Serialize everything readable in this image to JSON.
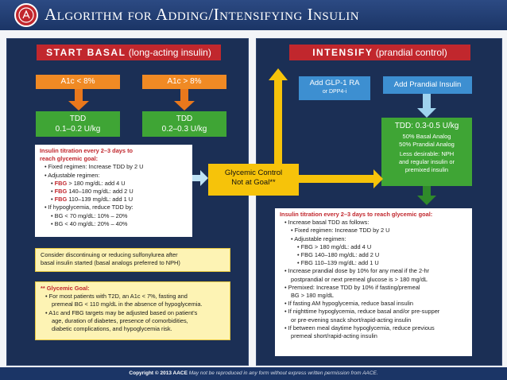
{
  "title": "Algorithm for Adding/Intensifying Insulin",
  "left_panel": {
    "head_main": "START BASAL",
    "head_sub": " (long-acting insulin)",
    "a1c_low": "A1c < 8%",
    "a1c_high": "A1c > 8%",
    "tdd_low_label": "TDD",
    "tdd_low_value": "0.1–0.2 U/kg",
    "tdd_high_label": "TDD",
    "tdd_high_value": "0.2–0.3 U/kg",
    "titration": {
      "heading1": "Insulin titration every 2–3 days to",
      "heading2": "reach glycemic goal:",
      "fixed": "• Fixed regimen: Increase TDD by 2 U",
      "adjustable": "• Adjustable regimen:",
      "fbg_label": "FBG",
      "fbg1": " > 180 mg/dL: add 4 U",
      "fbg2": " 140–180 mg/dL: add 2 U",
      "fbg3": " 110–139 mg/dL: add 1 U",
      "hypo": "• If hypoglycemia, reduce TDD by:",
      "bg1": "• BG < 70 mg/dL: 10% – 20%",
      "bg2": "• BG < 40 mg/dL: 20% – 40%"
    },
    "sulfonylurea_line1": "Consider discontinuing or reducing sulfonylurea after",
    "sulfonylurea_line2": "basal insulin started (basal analogs preferred to NPH)",
    "glycemic_goal": {
      "heading": "** Glycemic Goal:",
      "b1_l1": "• For most patients with T2D, an A1c < 7%, fasting and",
      "b1_l2": "premeal BG < 110 mg/dL in the absence of hypoglycemia.",
      "b2_l1": "• A1c and FBG targets may be adjusted based on patient's",
      "b2_l2": "age, duration of diabetes, presence of comorbidities,",
      "b2_l3": "diabetic complications, and hypoglycemia risk."
    }
  },
  "center_box_line1": "Glycemic Control",
  "center_box_line2": "Not at Goal**",
  "right_panel": {
    "head_main": "INTENSIFY",
    "head_sub": " (prandial control)",
    "glp1_title": "Add GLP-1 RA",
    "glp1_sub": "or DPP4-i",
    "prandial_title": "Add Prandial Insulin",
    "tdd_title": "TDD: 0.3-0.5 U/kg",
    "tdd_line1": "50% Basal Analog",
    "tdd_line2": "50% Prandial Analog",
    "tdd_line3": "Less desirable: NPH",
    "tdd_line4": "and regular insulin or",
    "tdd_line5": "premixed insulin",
    "titration": {
      "heading": "Insulin titration every 2–3 days to reach glycemic goal:",
      "l1": "• Increase basal TDD as follows:",
      "l2": "• Fixed regimen: Increase TDD by 2 U",
      "l3": "• Adjustable regimen:",
      "l4": "• FBG > 180 mg/dL: add 4 U",
      "l5": "• FBG 140–180 mg/dL: add 2 U",
      "l6": "• FBG 110–139 mg/dL: add 1 U",
      "l7": "• Increase prandial dose by 10% for any meal if the 2-hr",
      "l8": "postprandial or next premeal glucose is > 180 mg/dL",
      "l9": "• Premixed: Increase TDD by 10% if fasting/premeal",
      "l10": "BG > 180 mg/dL",
      "l11": "• If fasting AM hypoglycemia, reduce basal insulin",
      "l12": "• If nighttime hypoglycemia, reduce basal and/or pre-supper",
      "l13": "or pre-evening snack short/rapid-acting insulin",
      "l14": "• If between meal daytime hypoglycemia, reduce previous",
      "l15": "premeal short/rapid-acting insulin"
    }
  },
  "footer_bold": "Copyright © 2013 AACE",
  "footer_italic": "  May not be reproduced in any form without express written permission from AACE.",
  "colors": {
    "header": "#1b3566",
    "panel": "#1b2f55",
    "red": "#c1272d",
    "orange": "#f08a24",
    "green": "#3fa535",
    "blue": "#3d8fd1",
    "yellow": "#f6c30a",
    "light_blue_arrow": "#9fd3ee"
  }
}
